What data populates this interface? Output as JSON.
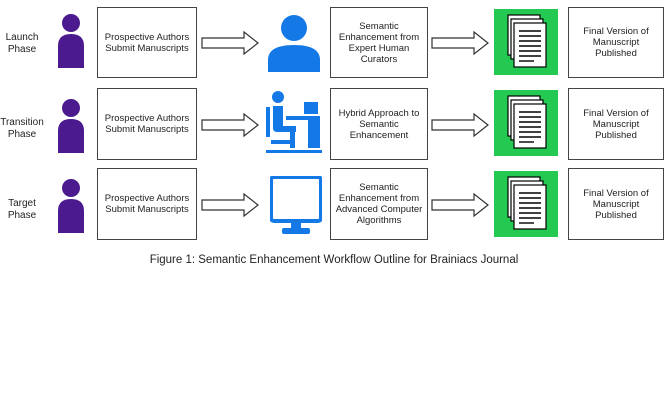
{
  "rows": [
    {
      "phase": "Launch\nPhase",
      "submit_text": "Prospective Authors Submit Manuscripts",
      "process_text": "Semantic Enhancement from Expert Human Curators",
      "process_icon": "person-icon",
      "result_text": "Final Version of Manuscript Published"
    },
    {
      "phase": "Transition\nPhase",
      "submit_text": "Prospective Authors Submit Manuscripts",
      "process_text": "Hybrid Approach to Semantic Enhancement",
      "process_icon": "person-at-computer-icon",
      "result_text": "Final Version of Manuscript Published"
    },
    {
      "phase": "Target\nPhase",
      "submit_text": "Prospective Authors Submit Manuscripts",
      "process_text": "Semantic Enhancement from Advanced Computer Algorithms",
      "process_icon": "monitor-icon",
      "result_text": "Final Version of Manuscript Published"
    }
  ],
  "caption": "Figure 1: Semantic Enhancement Workflow Outline for Brainiacs Journal",
  "colors": {
    "author": "#4b1a8f",
    "process_icon": "#1479e6",
    "documents_bg": "#23c950"
  }
}
